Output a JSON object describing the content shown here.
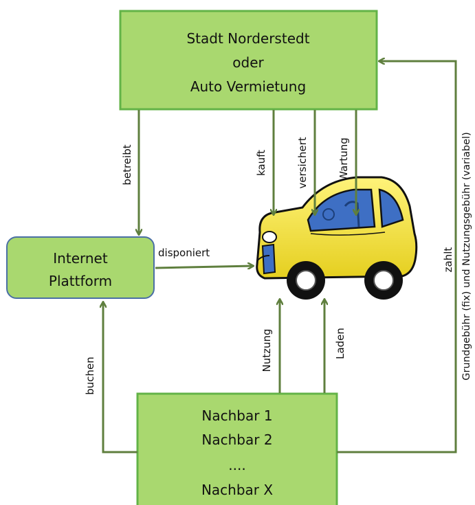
{
  "colors": {
    "box_fill": "#a9d86f",
    "box_border": "#63b347",
    "platform_border": "#4a6fa5",
    "arrow": "#5f7f3e",
    "car_body": "#f2e52e",
    "car_window": "#3e6fc4"
  },
  "nodes": {
    "top_box": {
      "line1": "Stadt Norderstedt",
      "line2": "oder",
      "line3": "Auto  Vermietung"
    },
    "platform": {
      "line1": "Internet",
      "line2": "Plattform"
    },
    "bottom_box": {
      "line1": "Nachbar 1",
      "line2": "Nachbar 2",
      "line3": "....",
      "line4": "Nachbar X"
    },
    "car": {
      "icon": "car-icon"
    }
  },
  "edges": {
    "betreibt": "betreibt",
    "kauft": "kauft",
    "versichert": "versichert",
    "wartung": "Wartung",
    "disponiert": "disponiert",
    "nutzung": "Nutzung",
    "laden": "Laden",
    "buchen": "buchen",
    "zahlt": "zahlt",
    "gebuehr": "Grundgebühr  (fix)  und  Nutzungsgebühr  (variabel)"
  }
}
